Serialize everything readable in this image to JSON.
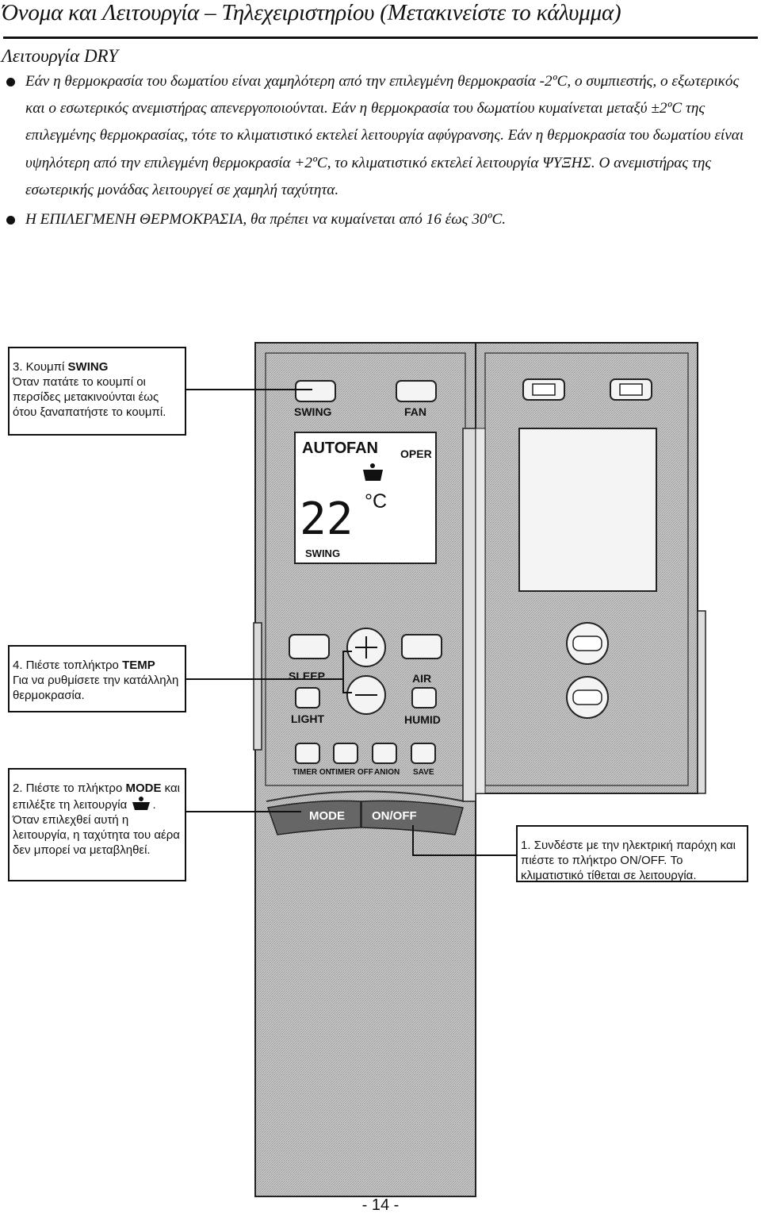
{
  "header": {
    "title": "Όνομα και Λειτουργία – Τηλεχειριστηρίου (Μετακινείστε το κάλυμμα)",
    "section": "Λειτουργία DRY"
  },
  "body": {
    "bullet1": "Εάν η θερμοκρασία του δωματίου είναι χαμηλότερη από την επιλεγμένη θερμοκρασία -2ºC, ο συμπιεστής, ο εξωτερικός και ο εσωτερικός ανεμιστήρας απενεργοποιούνται. Εάν η θερμοκρασία του δωματίου κυμαίνεται μεταξύ ±2ºC της επιλεγμένης θερμοκρασίας, τότε το κλιματιστικό εκτελεί λειτουργία αφύγρανσης. Εάν η θερμοκρασία του δωματίου είναι υψηλότερη από την επιλεγμένη θερμοκρασία +2ºC, το κλιματιστικό εκτελεί λειτουργία ΨΥΞΗΣ. Ο ανεμιστήρας της εσωτερικής μονάδας λειτουργεί σε χαμηλή ταχύτητα.",
    "bullet2": "Η ΕΠΙΛΕΓΜΕΝΗ ΘΕΡΜΟΚΡΑΣΙΑ, θα πρέπει να κυμαίνεται από 16 έως 30ºC."
  },
  "remote": {
    "buttons": {
      "swing": "SWING",
      "fan": "FAN",
      "sleep": "SLEEP",
      "air": "AIR",
      "light": "LIGHT",
      "humid": "HUMID",
      "timer_on": "TIMER ON",
      "timer_off": "TIMER OFF",
      "anion": "ANION",
      "save": "SAVE",
      "mode": "MODE",
      "on_off": "ON/OFF"
    },
    "display": {
      "mode_text": "AUTO",
      "fan_text": "FAN",
      "oper": "OPER",
      "temperature": "22",
      "unit": "°C",
      "swing": "SWING"
    }
  },
  "callouts": {
    "swing": {
      "number": "3. Κουμπί ",
      "key": "SWING",
      "text": "Όταν πατάτε το κουμπί οι περσίδες μετακινούνται έως ότου ξαναπατήστε το κουμπί."
    },
    "temp": {
      "number": "4. Πιέστε τοπλήκτρο ",
      "key": "TEMP",
      "text": "Για να ρυθμίσετε την κατάλληλη θερμοκρασία."
    },
    "mode": {
      "number": "2. Πιέστε το πλήκτρο ",
      "key": "MODE",
      "text_pre": " και επιλέξτε τη λειτουργία",
      "text": "Όταν επιλεχθεί αυτή η λειτουργία, η ταχύτητα του αέρα δεν μπορεί να μεταβληθεί."
    },
    "onoff": {
      "text": "1. Συνδέστε με την ηλεκτρική παρόχη και πιέστε το πλήκτρο ON/OFF. Το κλιματιστικό τίθεται σε λειτουργία."
    }
  },
  "footer": {
    "page": "- 14 -"
  }
}
